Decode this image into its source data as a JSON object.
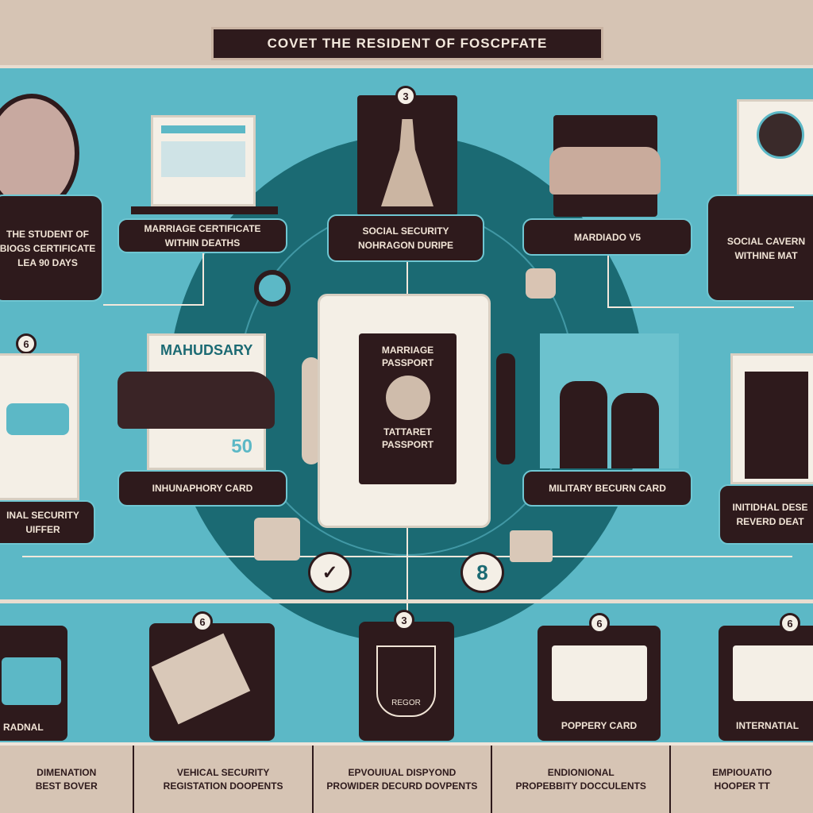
{
  "title": "COVET THE RESIDENT OF FOSCPFATE",
  "top_row": {
    "left_label": [
      "THE STUDENT OF",
      "BIOGS CERTIFICATE",
      "LEA 90 DAYS"
    ],
    "label1": [
      "MARRIAGE CERTIFICATE",
      "WITHIN DEATHS"
    ],
    "label2": [
      "SOCIAL SECURITY",
      "NOHRAGON DURIPE"
    ],
    "label3": [
      "MARDIADO V5"
    ],
    "right_label": [
      "SOCIAL CAVERN",
      "WITHINE MAT"
    ],
    "badge_center": "3"
  },
  "middle_row": {
    "left_badge": "6",
    "left_label": [
      "INAL SECURITY",
      "UIFFER"
    ],
    "car_card_title": "MAHUDSARY",
    "car_card_number": "50",
    "label_left": "INHUNAPHORY CARD",
    "passport_title": [
      "MARRIAGE",
      "PASSPORT"
    ],
    "passport_sub": [
      "TATTARET",
      "PASSPORT"
    ],
    "label_right": "MILITARY BECURN CARD",
    "right_label": [
      "INITIDHAL DESE",
      "REVERD DEAT"
    ],
    "eight_badge": "8"
  },
  "bottom_row": {
    "cards": [
      {
        "badge": "",
        "label": "RADNAL"
      },
      {
        "badge": "6",
        "label": ""
      },
      {
        "badge": "3",
        "label": "REGOR"
      },
      {
        "badge": "6",
        "label": "POPPERY CARD"
      },
      {
        "badge": "6",
        "label": "INTERNATIAL"
      }
    ]
  },
  "footer": [
    [
      "DIMENATION",
      "BEST BOVER"
    ],
    [
      "VEHICAL SECURITY",
      "REGISTATION DOOPENTS"
    ],
    [
      "EPVOUIUAL DISPYOND",
      "PROWIDER DECURD DOVPENTS"
    ],
    [
      "ENDIONIONAL",
      "PROPEBBITY DOCCULENTS"
    ],
    [
      "EMPIOUATIO",
      "HOOPER TT"
    ]
  ],
  "colors": {
    "teal": "#5cb8c6",
    "dark_teal": "#1b6a73",
    "brown": "#2e1a1c",
    "beige": "#d6c4b4"
  }
}
